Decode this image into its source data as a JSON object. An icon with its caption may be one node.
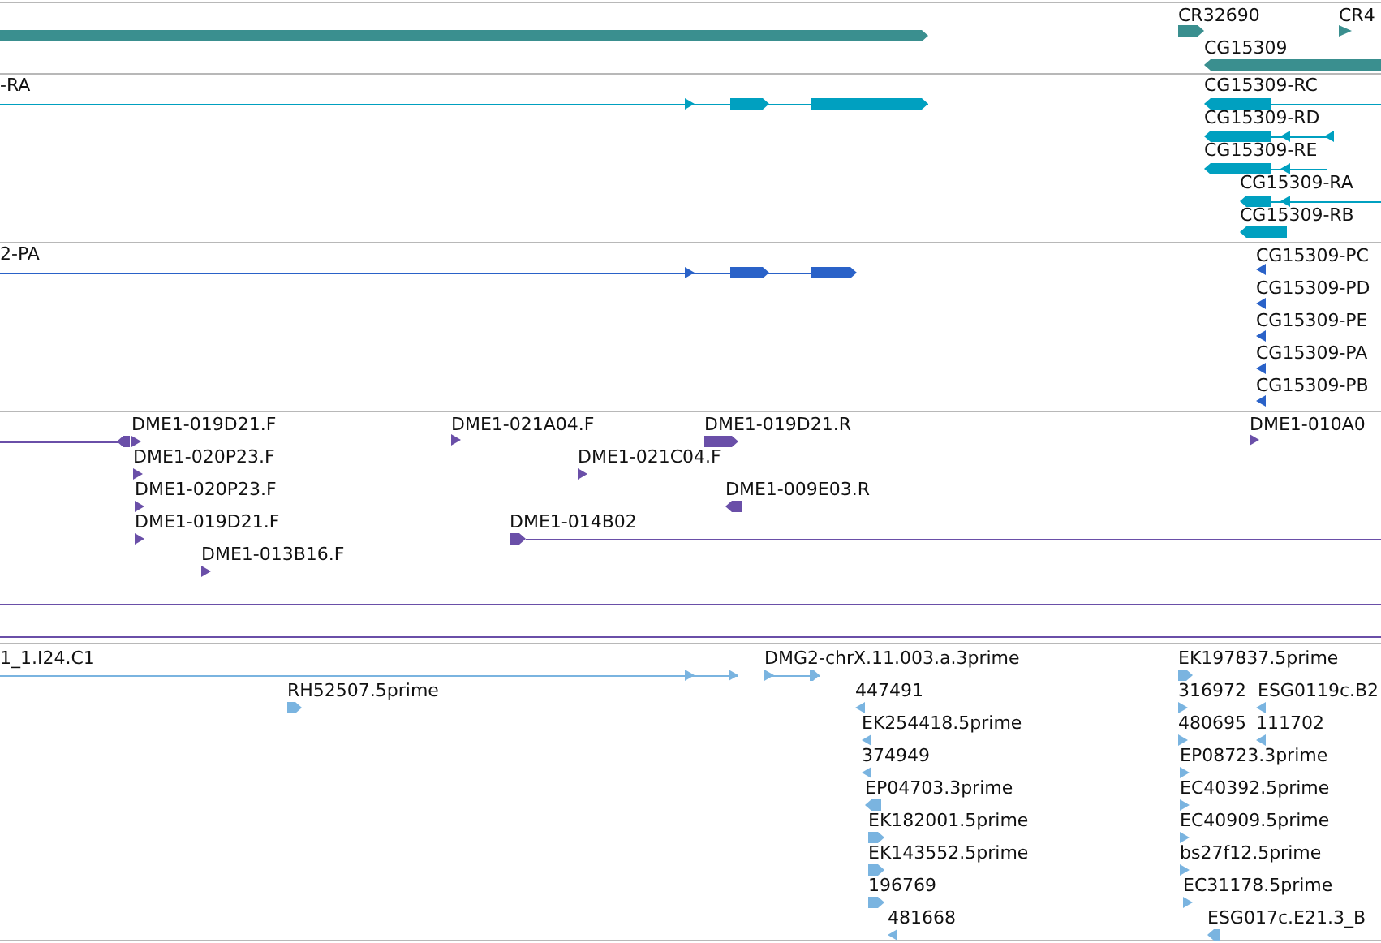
{
  "diagram": {
    "labels": [
      "CR32690",
      "CR4",
      "CG15309",
      "-RA",
      "CG15309-RC",
      "CG15309-RD",
      "CG15309-RE",
      "CG15309-RA",
      "CG15309-RB",
      "2-PA",
      "CG15309-PC",
      "CG15309-PD",
      "CG15309-PE",
      "CG15309-PA",
      "CG15309-PB",
      "DME1-019D21.F",
      "DME1-021A04.F",
      "DME1-019D21.R",
      "DME1-010A0",
      "DME1-020P23.F",
      "DME1-021C04.F",
      "DME1-020P23.F",
      "DME1-009E03.R",
      "DME1-019D21.F",
      "DME1-014B02",
      "DME1-013B16.F",
      "1_1.I24.C1",
      "DMG2-chrX.11.003.a.3prime",
      "EK197837.5prime",
      "RH52507.5prime",
      "447491",
      "316972",
      "ESG0119c.B2",
      "EK254418.5prime",
      "480695",
      "111702",
      "374949",
      "EP08723.3prime",
      "EP04703.3prime",
      "EC40392.5prime",
      "EK182001.5prime",
      "EC40909.5prime",
      "EK143552.5prime",
      "bs27f12.5prime",
      "196769",
      "EC31178.5prime",
      "481668",
      "ESG017c.E21.3_B"
    ]
  }
}
